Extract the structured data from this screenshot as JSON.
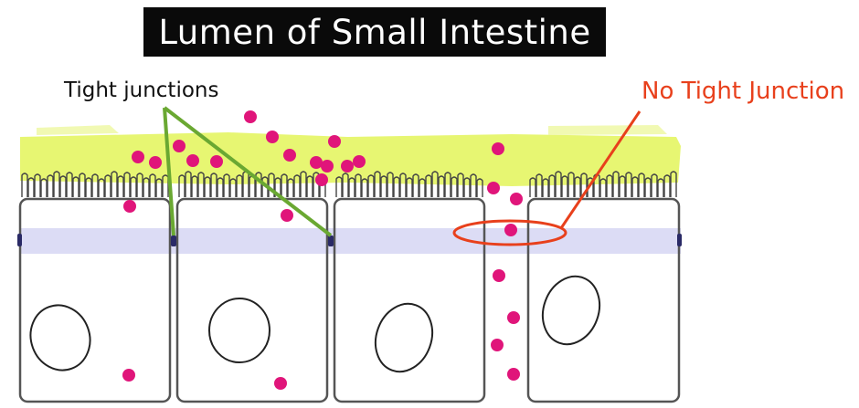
{
  "title": "Lumen of Small Intestine",
  "labels": {
    "tight_junctions": "Tight junctions",
    "no_tight_junction": "No Tight Junction"
  },
  "colors": {
    "title_bg": "#0a0a0a",
    "title_text": "#ffffff",
    "mucus_layer": "#e6f56a",
    "junction_band": "#dcdcf5",
    "particles": "#e0157a",
    "tight_junction_pointer": "#6aa832",
    "no_junction_highlight": "#e8401c",
    "cell_outline": "#555555"
  },
  "cells": 4,
  "particles_in_lumen": 19,
  "particles_below_cells": 6
}
